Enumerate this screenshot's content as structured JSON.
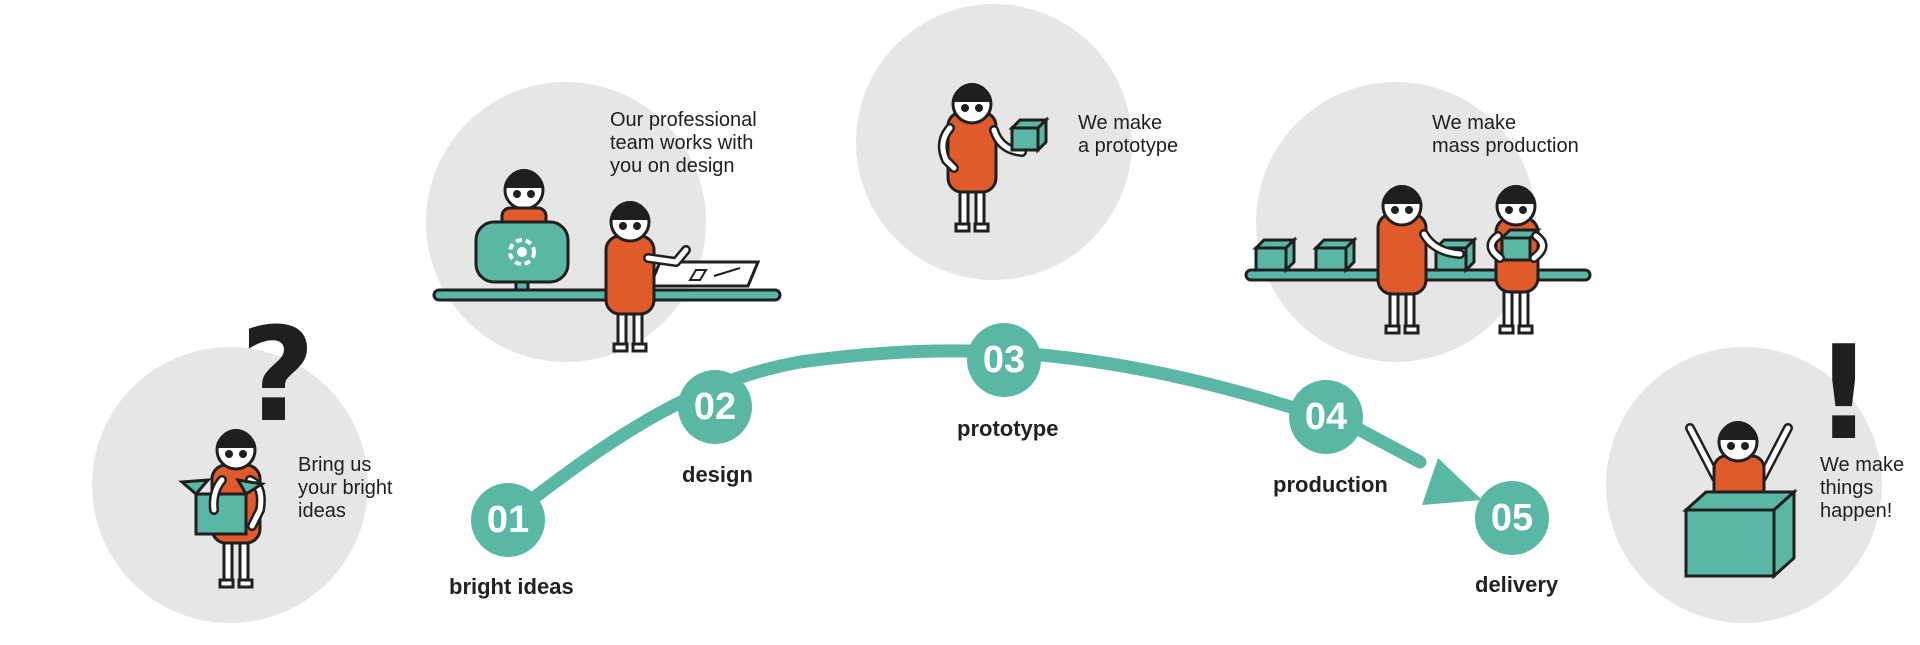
{
  "colors": {
    "teal": "#5bb7a5",
    "orange": "#e05a2b",
    "bubble": "#e6e6e7",
    "ink": "#1f1f1f"
  },
  "steps": [
    {
      "number": "01",
      "label": "bright ideas"
    },
    {
      "number": "02",
      "label": "design"
    },
    {
      "number": "03",
      "label": "prototype"
    },
    {
      "number": "04",
      "label": "production"
    },
    {
      "number": "05",
      "label": "delivery"
    }
  ],
  "scenes": {
    "ideas": {
      "lines": [
        "Bring us",
        "your bright",
        "ideas"
      ],
      "icon": "question-mark-icon"
    },
    "design": {
      "lines": [
        "Our professional",
        "team works with",
        "you on design"
      ],
      "icon": "monitor-icon"
    },
    "prototype": {
      "lines": [
        "We make",
        "a prototype"
      ],
      "icon": "box-icon"
    },
    "production": {
      "lines": [
        "We make",
        "mass production"
      ],
      "icon": "conveyor-icon"
    },
    "delivery": {
      "lines": [
        "We make",
        "things",
        "happen!"
      ],
      "icon": "exclamation-mark-icon"
    }
  }
}
